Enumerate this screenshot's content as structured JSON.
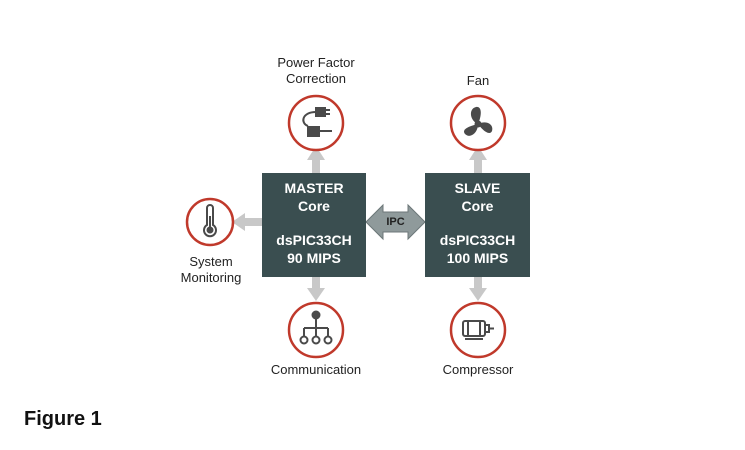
{
  "master": {
    "title_line1": "MASTER",
    "title_line2": "Core",
    "chip_line1": "dsPIC33CH",
    "chip_line2": "90 MIPS"
  },
  "slave": {
    "title_line1": "SLAVE",
    "title_line2": "Core",
    "chip_line1": "dsPIC33CH",
    "chip_line2": "100 MIPS"
  },
  "link": {
    "label": "IPC"
  },
  "peripherals": {
    "pfc": {
      "line1": "Power Factor",
      "line2": "Correction",
      "icon": "power-plug-icon"
    },
    "sysmon": {
      "line1": "System",
      "line2": "Monitoring",
      "icon": "thermometer-icon"
    },
    "comm": {
      "line1": "Communication",
      "icon": "network-tree-icon"
    },
    "fan": {
      "line1": "Fan",
      "icon": "fan-icon"
    },
    "comp": {
      "line1": "Compressor",
      "icon": "motor-icon"
    }
  },
  "caption": "Figure 1",
  "colors": {
    "core_fill": "#3a4e50",
    "ring": "#c0392b",
    "icon": "#4a4a4a",
    "arrow": "#c8c8c8"
  }
}
